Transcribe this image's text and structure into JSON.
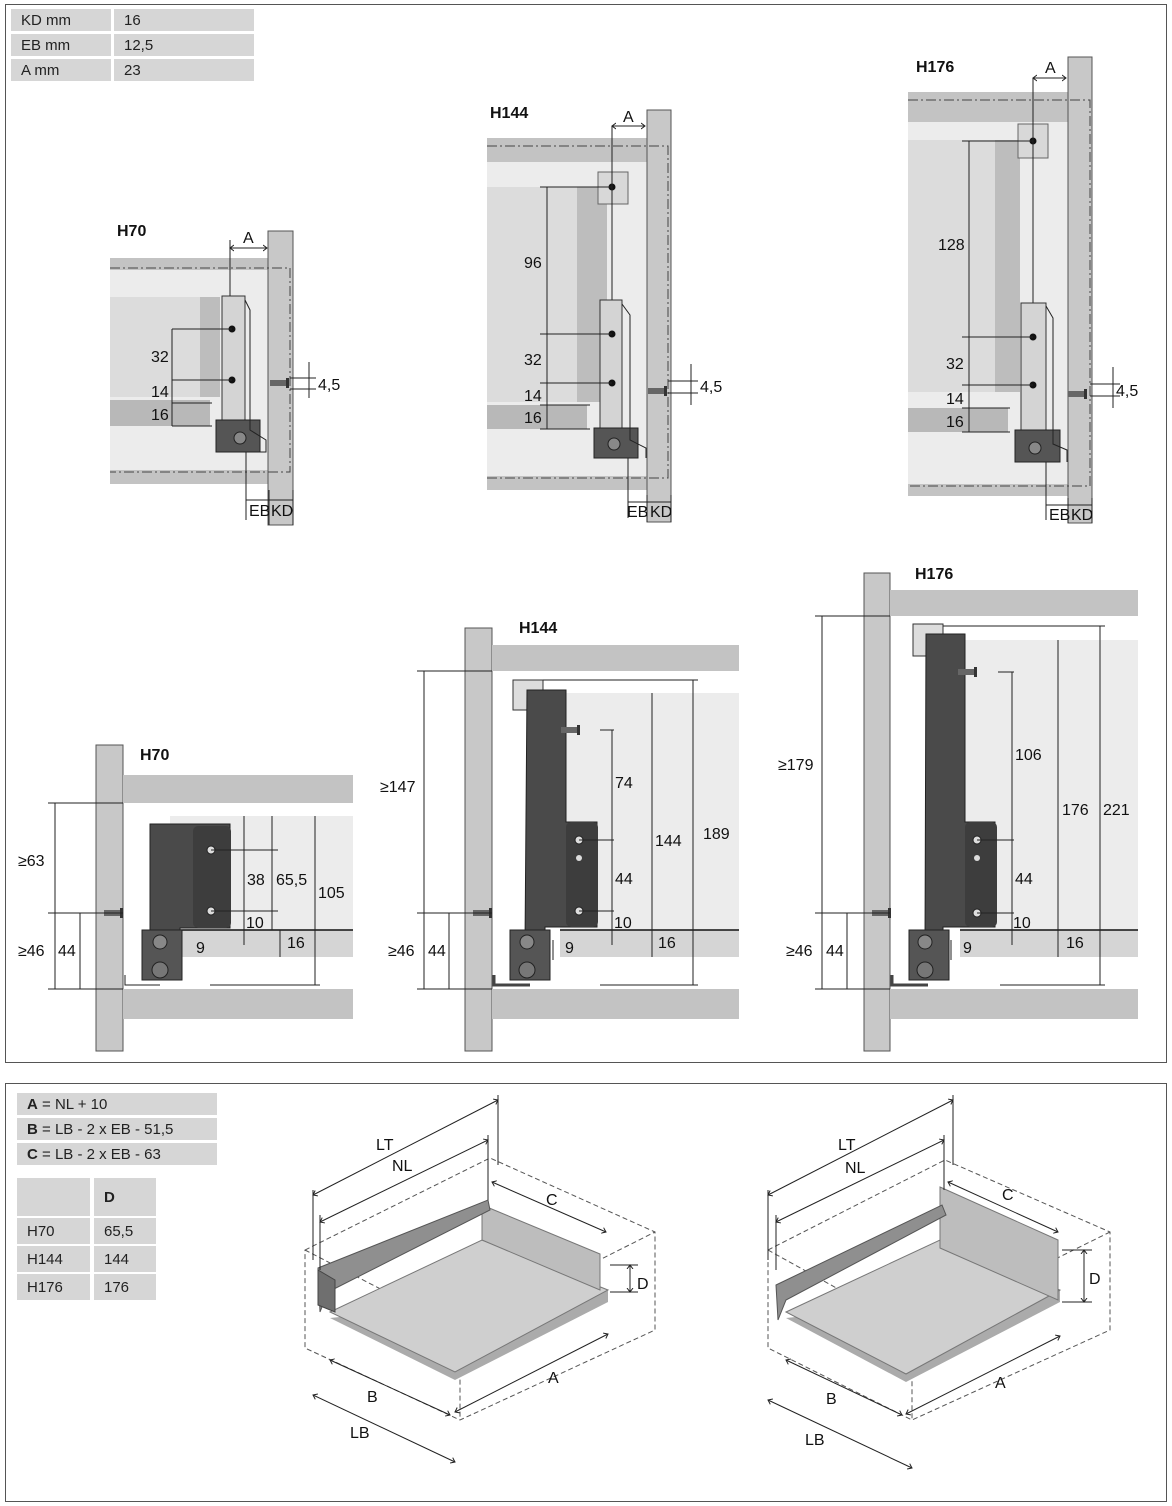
{
  "dimensions_table": [
    {
      "label": "KD mm",
      "value": "16"
    },
    {
      "label": "EB mm",
      "value": "12,5"
    },
    {
      "label": "A mm",
      "value": "23"
    }
  ],
  "front_views": {
    "h70": {
      "title": "H70",
      "a": "A",
      "d32": "32",
      "d14": "14",
      "d16": "16",
      "d45": "4,5",
      "eb": "EB",
      "kd": "KD"
    },
    "h144": {
      "title": "H144",
      "a": "A",
      "d96": "96",
      "d32": "32",
      "d14": "14",
      "d16": "16",
      "d45": "4,5",
      "eb": "EB",
      "kd": "KD"
    },
    "h176": {
      "title": "H176",
      "a": "A",
      "d128": "128",
      "d32": "32",
      "d14": "14",
      "d16": "16",
      "d45": "4,5",
      "eb": "EB",
      "kd": "KD"
    }
  },
  "side_views": {
    "h70": {
      "title": "H70",
      "min_top": "≥63",
      "min_bottom": "≥46",
      "d44": "44",
      "d38": "38",
      "d65": "65,5",
      "d105": "105",
      "d10": "10",
      "d9": "9",
      "d16": "16"
    },
    "h144": {
      "title": "H144",
      "min_top": "≥147",
      "min_bottom": "≥46",
      "d44a": "44",
      "d74": "74",
      "d44b": "44",
      "d144": "144",
      "d189": "189",
      "d10": "10",
      "d9": "9",
      "d16": "16"
    },
    "h176": {
      "title": "H176",
      "min_top": "≥179",
      "min_bottom": "≥46",
      "d44a": "44",
      "d106": "106",
      "d44b": "44",
      "d176": "176",
      "d221": "221",
      "d10": "10",
      "d9": "9",
      "d16": "16"
    }
  },
  "formulas": [
    {
      "var": "A",
      "expr": " = NL + 10"
    },
    {
      "var": "B",
      "expr": " = LB - 2 x EB - 51,5"
    },
    {
      "var": "C",
      "expr": " = LB - 2 x EB - 63"
    }
  ],
  "size_table": {
    "header": [
      "",
      "D"
    ],
    "rows": [
      {
        "name": "H70",
        "d": "65,5"
      },
      {
        "name": "H144",
        "d": "144"
      },
      {
        "name": "H176",
        "d": "176"
      }
    ]
  },
  "drawer_1": {
    "lt": "LT",
    "nl": "NL",
    "c": "C",
    "d": "D",
    "a": "A",
    "b": "B",
    "lb": "LB"
  },
  "drawer_2": {
    "lt": "LT",
    "nl": "NL",
    "c": "C",
    "d": "D",
    "a": "A",
    "b": "B",
    "lb": "LB"
  }
}
